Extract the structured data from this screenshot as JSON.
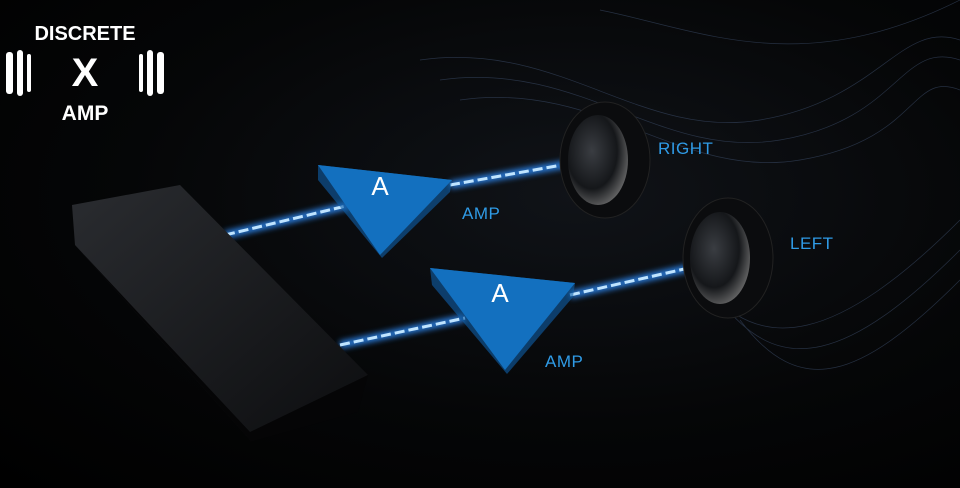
{
  "logo": {
    "top": "DISCRETE",
    "middle": "X",
    "bottom": "AMP"
  },
  "labels": {
    "right": "RIGHT",
    "left": "LEFT",
    "amp_top": "AMP",
    "amp_bottom": "AMP"
  },
  "amp_glyph": "A",
  "colors": {
    "accent": "#2f9be6",
    "amp_blue": "#1a8ae0",
    "glow": "#6fc3ff",
    "background": "#000000"
  }
}
